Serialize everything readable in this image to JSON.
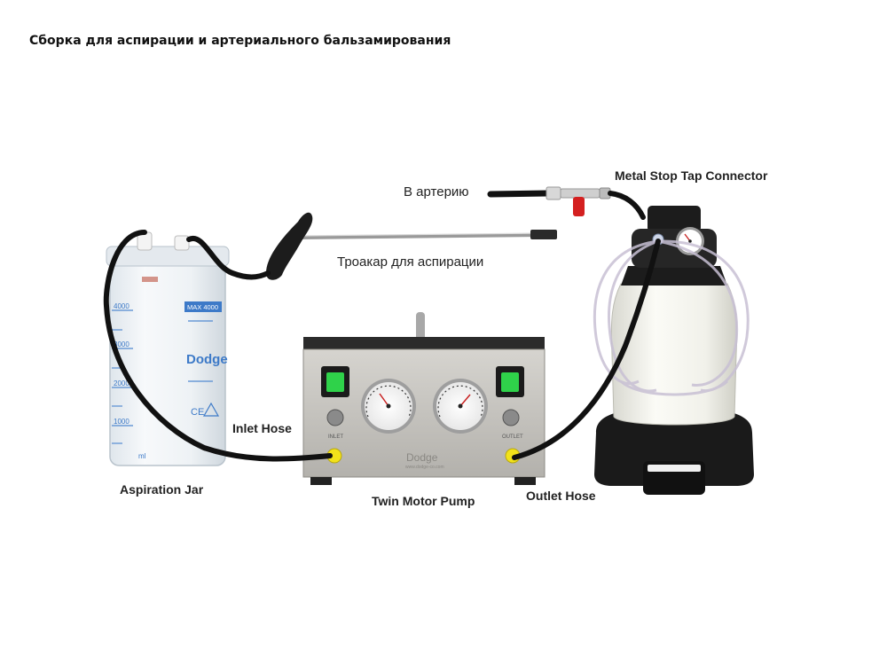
{
  "title": "Сборка для аспирации и артериального бальзамирования",
  "labels": {
    "metal_stop_tap": "Metal Stop Tap Connector",
    "to_artery": "В артерию",
    "trocar": "Троакар для аспирации",
    "inlet_hose": "Inlet Hose",
    "aspiration_jar": "Aspiration Jar",
    "twin_motor_pump": "Twin Motor Pump",
    "outlet_hose": "Outlet Hose"
  },
  "jar": {
    "brand": "Dodge",
    "max_mark": "MAX 4000",
    "scale": [
      "4000",
      "3000",
      "2000",
      "1000",
      "ml"
    ],
    "ce": "CE"
  },
  "pump": {
    "brand": "Dodge",
    "inlet": "INLET",
    "outlet": "OUTLET",
    "url": "www.dodge-co.com"
  },
  "colors": {
    "hose": "#111111",
    "pump_panel": "#c9c7c2",
    "switch_green": "#2fd24a",
    "connector_yellow": "#f2e21a",
    "tap_red": "#d42020",
    "tank_body": "#efefe8",
    "tank_base": "#1a1a1a"
  }
}
